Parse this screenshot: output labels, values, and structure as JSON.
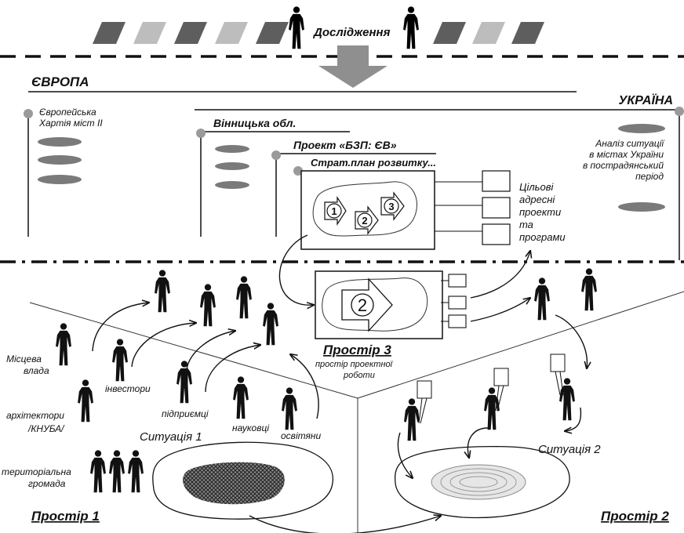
{
  "header": {
    "research_label": "Дослідження"
  },
  "europe": {
    "title": "ЄВРОПА",
    "charter": [
      "Європейська",
      "Хартія міст II"
    ]
  },
  "ukraine": {
    "title": "УКРАЇНА",
    "analysis": [
      "Аналіз ситуації",
      "в містах України",
      "в пострадянський",
      "період"
    ]
  },
  "vinnytsia": {
    "title": "Вінницька обл."
  },
  "project": {
    "title": "Проект «БЗП: ЄВ»"
  },
  "stratplan": {
    "title": "Страт.план розвитку..."
  },
  "steps": [
    "1",
    "2",
    "3"
  ],
  "focus_step": "2",
  "targets": {
    "lines": [
      "Цільові",
      "адресні",
      "проекти",
      "та",
      "програми"
    ]
  },
  "space3": {
    "title": "Простір 3",
    "subtitle": [
      "простір проектної",
      "роботи"
    ]
  },
  "space1": {
    "title": "Простір 1"
  },
  "space2": {
    "title": "Простір 2"
  },
  "actors": {
    "local_gov": [
      "Місцева",
      "влада"
    ],
    "architects": [
      "архітектори",
      "/КНУБА/"
    ],
    "investors": "інвестори",
    "entrepreneurs": "підприємці",
    "scientists": "науковці",
    "educators": "освітяни",
    "community": [
      "територіальна",
      "громада"
    ]
  },
  "situation1": "Ситуація 1",
  "situation2": "Ситуація 2"
}
